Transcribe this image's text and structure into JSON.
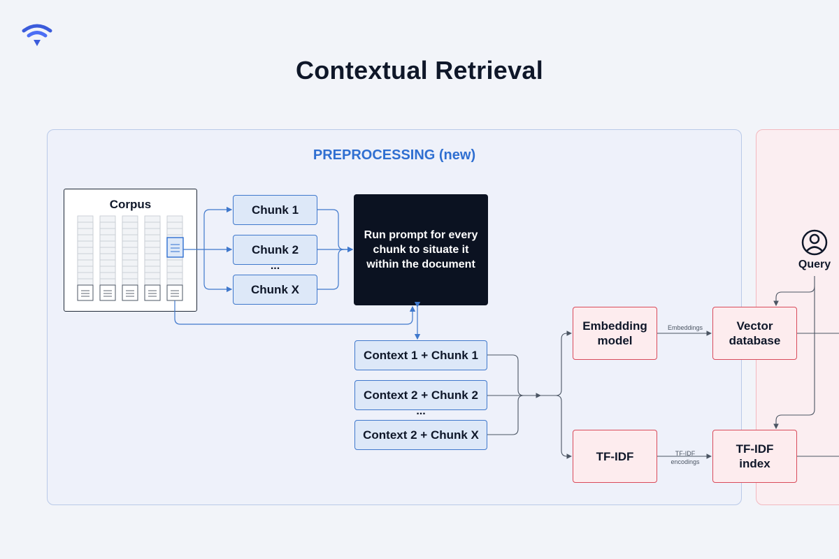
{
  "title": "Contextual Retrieval",
  "preprocessing": {
    "title": "PREPROCESSING (new)",
    "corpus_label": "Corpus",
    "chunks": [
      "Chunk 1",
      "Chunk 2",
      "Chunk X"
    ],
    "chunks_ellipsis": "...",
    "prompt_box": "Run prompt for every chunk to situate it within the document",
    "contexts": [
      "Context 1 + Chunk 1",
      "Context 2 + Chunk 2",
      "Context 2 + Chunk X"
    ],
    "contexts_ellipsis": "...",
    "embedding_model": "Embedding model",
    "tfidf": "TF-IDF",
    "vector_database": "Vector database",
    "tfidf_index": "TF-IDF index",
    "edge_embeddings": "Embeddings",
    "edge_tfidf_encodings": "TF-IDF encodings"
  },
  "query": {
    "label": "Query",
    "icon": "user-icon"
  },
  "colors": {
    "background": "#f2f4f9",
    "accent_blue": "#2f6fd1",
    "preprocessing_panel": "#eef1fa",
    "retrieval_panel": "#fbeef1",
    "blue_box": "#dde8f8",
    "red_box": "#fdecee",
    "dark_box": "#0b1221"
  }
}
